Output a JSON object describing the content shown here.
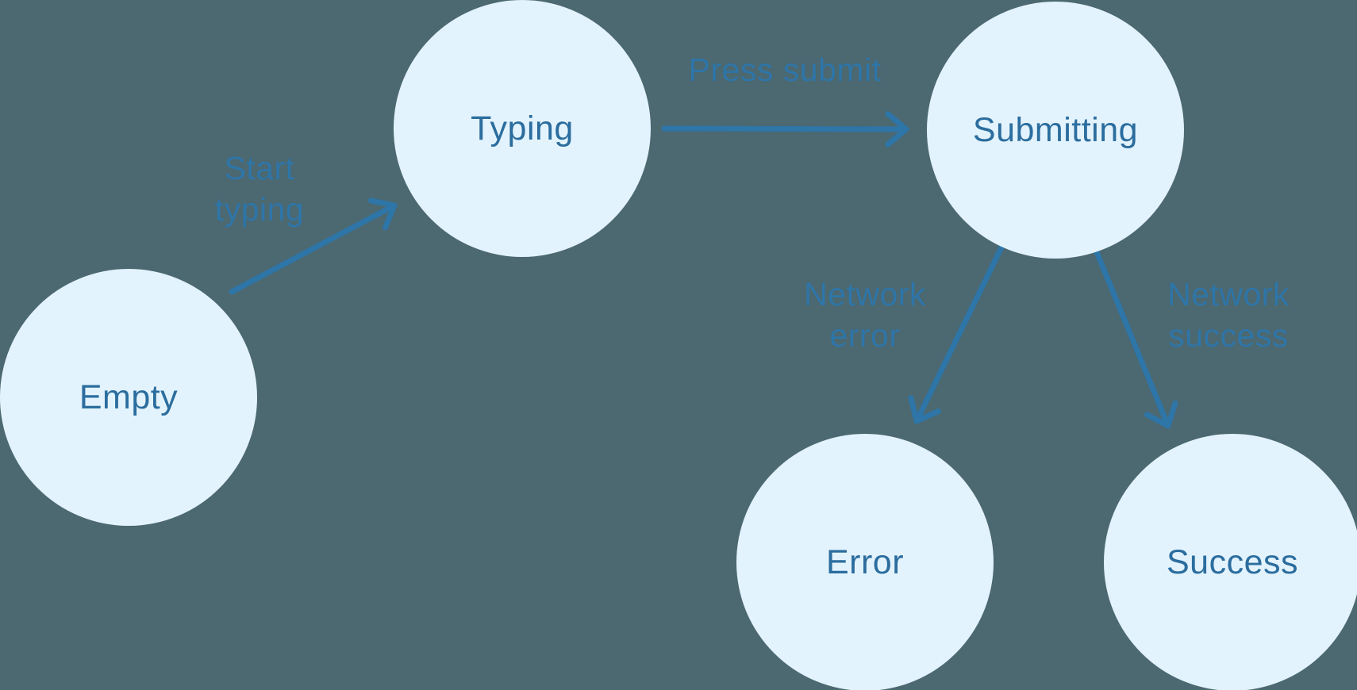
{
  "colors": {
    "canvas-bg": "#4C6870",
    "node-fill": "#E3F3FD",
    "state-text": "#2B6D9E",
    "transition-text": "#2E75A8",
    "arrow": "#2E75A8"
  },
  "diagram_type": "state-machine",
  "states": [
    {
      "id": "empty",
      "label": "Empty"
    },
    {
      "id": "typing",
      "label": "Typing"
    },
    {
      "id": "submitting",
      "label": "Submitting"
    },
    {
      "id": "error",
      "label": "Error"
    },
    {
      "id": "success",
      "label": "Success"
    }
  ],
  "transitions": [
    {
      "from": "empty",
      "to": "typing",
      "label": "Start typing"
    },
    {
      "from": "typing",
      "to": "submitting",
      "label": "Press submit"
    },
    {
      "from": "submitting",
      "to": "error",
      "label": "Network error"
    },
    {
      "from": "submitting",
      "to": "success",
      "label": "Network success"
    }
  ]
}
